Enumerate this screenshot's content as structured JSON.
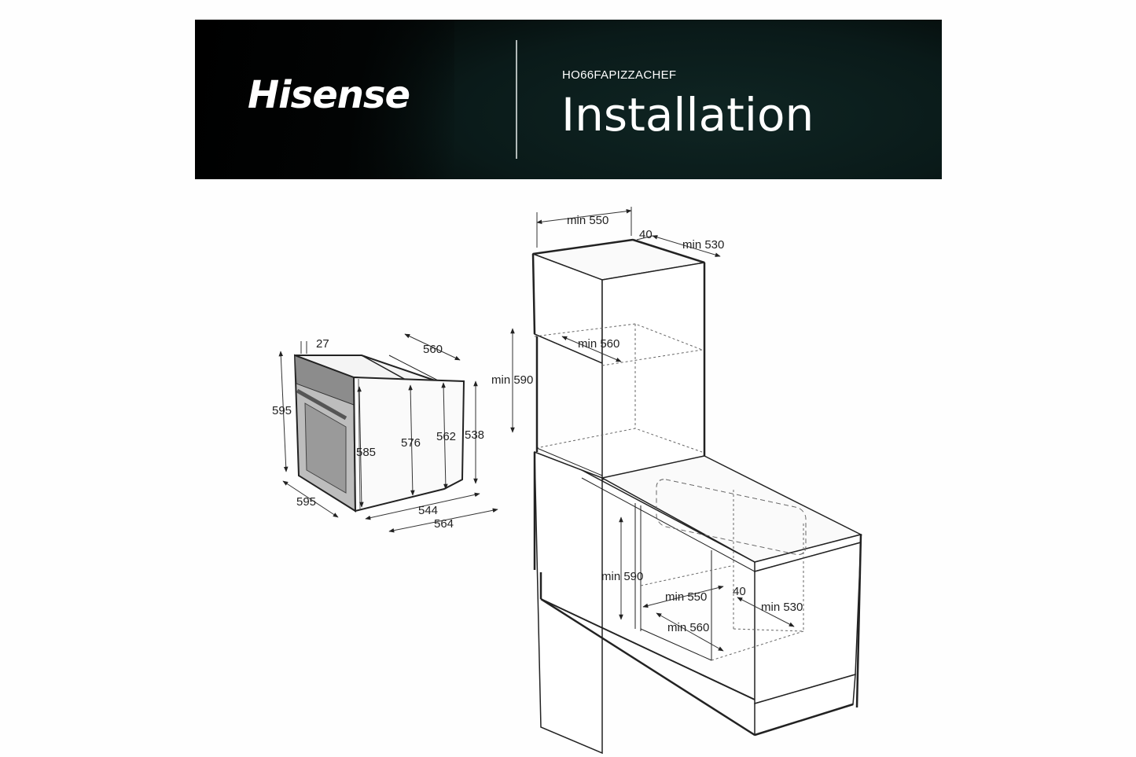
{
  "banner": {
    "brand": "Hisense",
    "model": "HO66FAPIZZACHEF",
    "title": "Installation",
    "background_color": "#0a1a19",
    "text_color": "#ffffff"
  },
  "oven_dimensions": {
    "panel_depth": "27",
    "top_depth": "560",
    "front_height": "595",
    "body_height_front": "585",
    "body_height_mid": "576",
    "body_height_rear": "562",
    "rear_height": "538",
    "front_width": "595",
    "bottom_depth_inner": "544",
    "bottom_depth_outer": "564"
  },
  "tall_cabinet": {
    "width": "min 550",
    "rear_gap": "40",
    "depth": "min 530",
    "inner_depth": "min 560",
    "niche_height": "min 590"
  },
  "under_counter": {
    "niche_height": "min 590",
    "width": "min 550",
    "rear_gap": "40",
    "depth": "min 530",
    "inner_depth": "min 560"
  }
}
